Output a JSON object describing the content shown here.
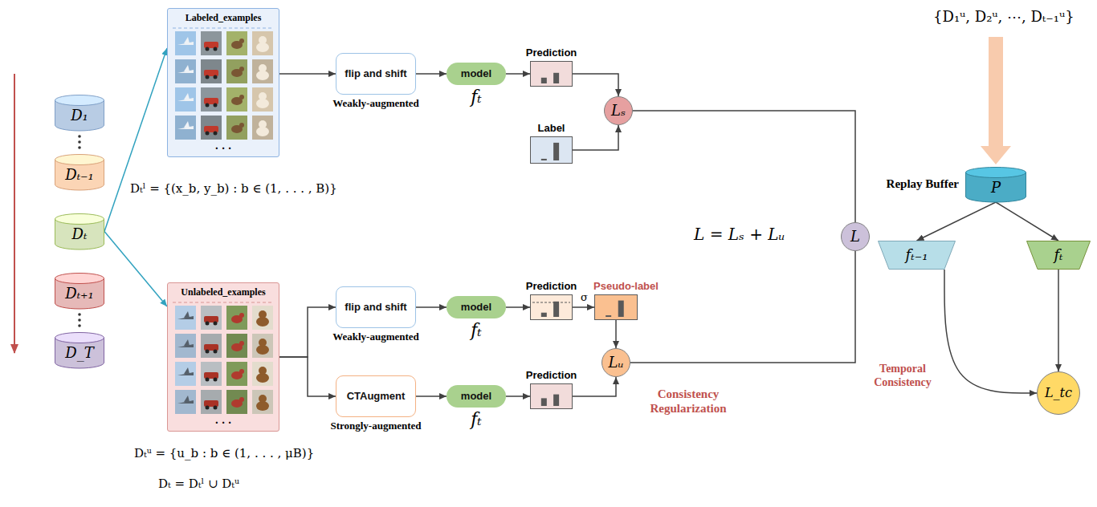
{
  "diagram": {
    "nodes": [
      {
        "text": [
          "D₁"
        ]
      },
      {
        "text": [
          "Dₜ₋₁"
        ]
      },
      {
        "text": [
          "Dₜ"
        ]
      },
      {
        "text": [
          "Dₜ₊₁"
        ]
      },
      {
        "text": [
          "D_T"
        ]
      },
      {
        "text": [
          "Labeled_examples",
          "· · ·"
        ]
      },
      {
        "text": [
          "Unlabeled_examples",
          "· · ·"
        ]
      },
      {
        "text": [
          "flip and shift",
          "Weakly-augmented"
        ]
      },
      {
        "text": [
          "model",
          "fₜ"
        ]
      },
      {
        "text": [
          "Prediction"
        ]
      },
      {
        "text": [
          "Label"
        ]
      },
      {
        "text": [
          "Lₛ"
        ]
      },
      {
        "text": [
          "flip and shift",
          "Weakly-augmented"
        ]
      },
      {
        "text": [
          "model",
          "fₜ"
        ]
      },
      {
        "text": [
          "Prediction"
        ]
      },
      {
        "text": [
          "Pseudo-label"
        ]
      },
      {
        "text": [
          "Lᵤ"
        ]
      },
      {
        "text": [
          "CTAugment",
          "Strongly-augmented"
        ]
      },
      {
        "text": [
          "model",
          "fₜ"
        ]
      },
      {
        "text": [
          "Prediction"
        ]
      },
      {
        "text": [
          "L"
        ]
      },
      {
        "text": [
          "Replay Buffer",
          "P"
        ]
      },
      {
        "text": [
          "fₜ₋₁"
        ]
      },
      {
        "text": [
          "fₜ"
        ]
      },
      {
        "text": [
          "L_tc"
        ]
      }
    ],
    "edges": [
      {
        "from": 2,
        "to": 5,
        "arrow": "to"
      },
      {
        "from": 2,
        "to": 6,
        "arrow": "to"
      },
      {
        "from": 5,
        "to": 7,
        "arrow": "to"
      },
      {
        "from": 7,
        "to": 8,
        "arrow": "to"
      },
      {
        "from": 8,
        "to": 9,
        "arrow": "to"
      },
      {
        "from": 9,
        "to": 11,
        "arrow": "to"
      },
      {
        "from": 10,
        "to": 11,
        "arrow": "to"
      },
      {
        "from": 11,
        "to": 20,
        "arrow": "none"
      },
      {
        "from": 6,
        "to": 12,
        "arrow": "to"
      },
      {
        "from": 6,
        "to": 17,
        "arrow": "to"
      },
      {
        "from": 12,
        "to": 13,
        "arrow": "to"
      },
      {
        "from": 13,
        "to": 14,
        "arrow": "to"
      },
      {
        "from": 14,
        "to": 15,
        "arrow": "to"
      },
      {
        "from": 15,
        "to": 16,
        "arrow": "to"
      },
      {
        "from": 17,
        "to": 18,
        "arrow": "to"
      },
      {
        "from": 18,
        "to": 19,
        "arrow": "to"
      },
      {
        "from": 19,
        "to": 16,
        "arrow": "to"
      },
      {
        "from": 16,
        "to": 20,
        "arrow": "none"
      },
      {
        "from": 21,
        "to": 22,
        "arrow": "to"
      },
      {
        "from": 21,
        "to": 23,
        "arrow": "to"
      },
      {
        "from": 22,
        "to": 24,
        "arrow": "to"
      },
      {
        "from": 23,
        "to": 24,
        "arrow": "to"
      }
    ],
    "labels": [
      "Dₜˡ = {(x_b, y_b) : b ∈ (1, . . . , B)}",
      "Dₜᵘ = {u_b : b ∈ (1, . . . , μB)}",
      "Dₜ = Dₜˡ ∪ Dₜᵘ",
      "L = Lₛ + Lᵤ",
      "σ",
      "Consistency Regularization",
      "{D₁ᵘ, D₂ᵘ, ⋯, Dₜ₋₁ᵘ}",
      "Temporal Consistency"
    ]
  }
}
